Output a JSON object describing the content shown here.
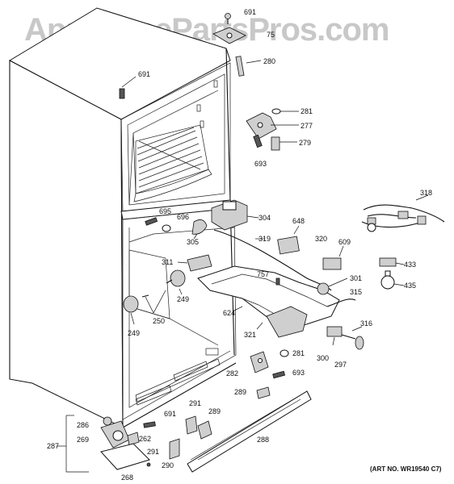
{
  "watermark": "AppliancePartsPros.com",
  "art_number": "(ART NO. WR19540 C7)",
  "callouts": {
    "c691_top": "691",
    "c75": "75",
    "c280": "280",
    "c691_left": "691",
    "c281_top": "281",
    "c277": "277",
    "c279": "279",
    "c693_top": "693",
    "c318": "318",
    "c695": "695",
    "c696": "696",
    "c304": "304",
    "c648": "648",
    "c305": "305",
    "c319": "319",
    "c320": "320",
    "c609": "609",
    "c311": "311",
    "c433": "433",
    "c757": "757",
    "c301": "301",
    "c315": "315",
    "c435": "435",
    "c249_a": "249",
    "c249_b": "249",
    "c250": "250",
    "c624": "624",
    "c321": "321",
    "c316": "316",
    "c281_mid": "281",
    "c300": "300",
    "c297": "297",
    "c282": "282",
    "c693_mid": "693",
    "c289_a": "289",
    "c691_low": "691",
    "c291_a": "291",
    "c289_b": "289",
    "c286": "286",
    "c269": "269",
    "c262": "262",
    "c287": "287",
    "c291_b": "291",
    "c288": "288",
    "c290": "290",
    "c268": "268"
  }
}
